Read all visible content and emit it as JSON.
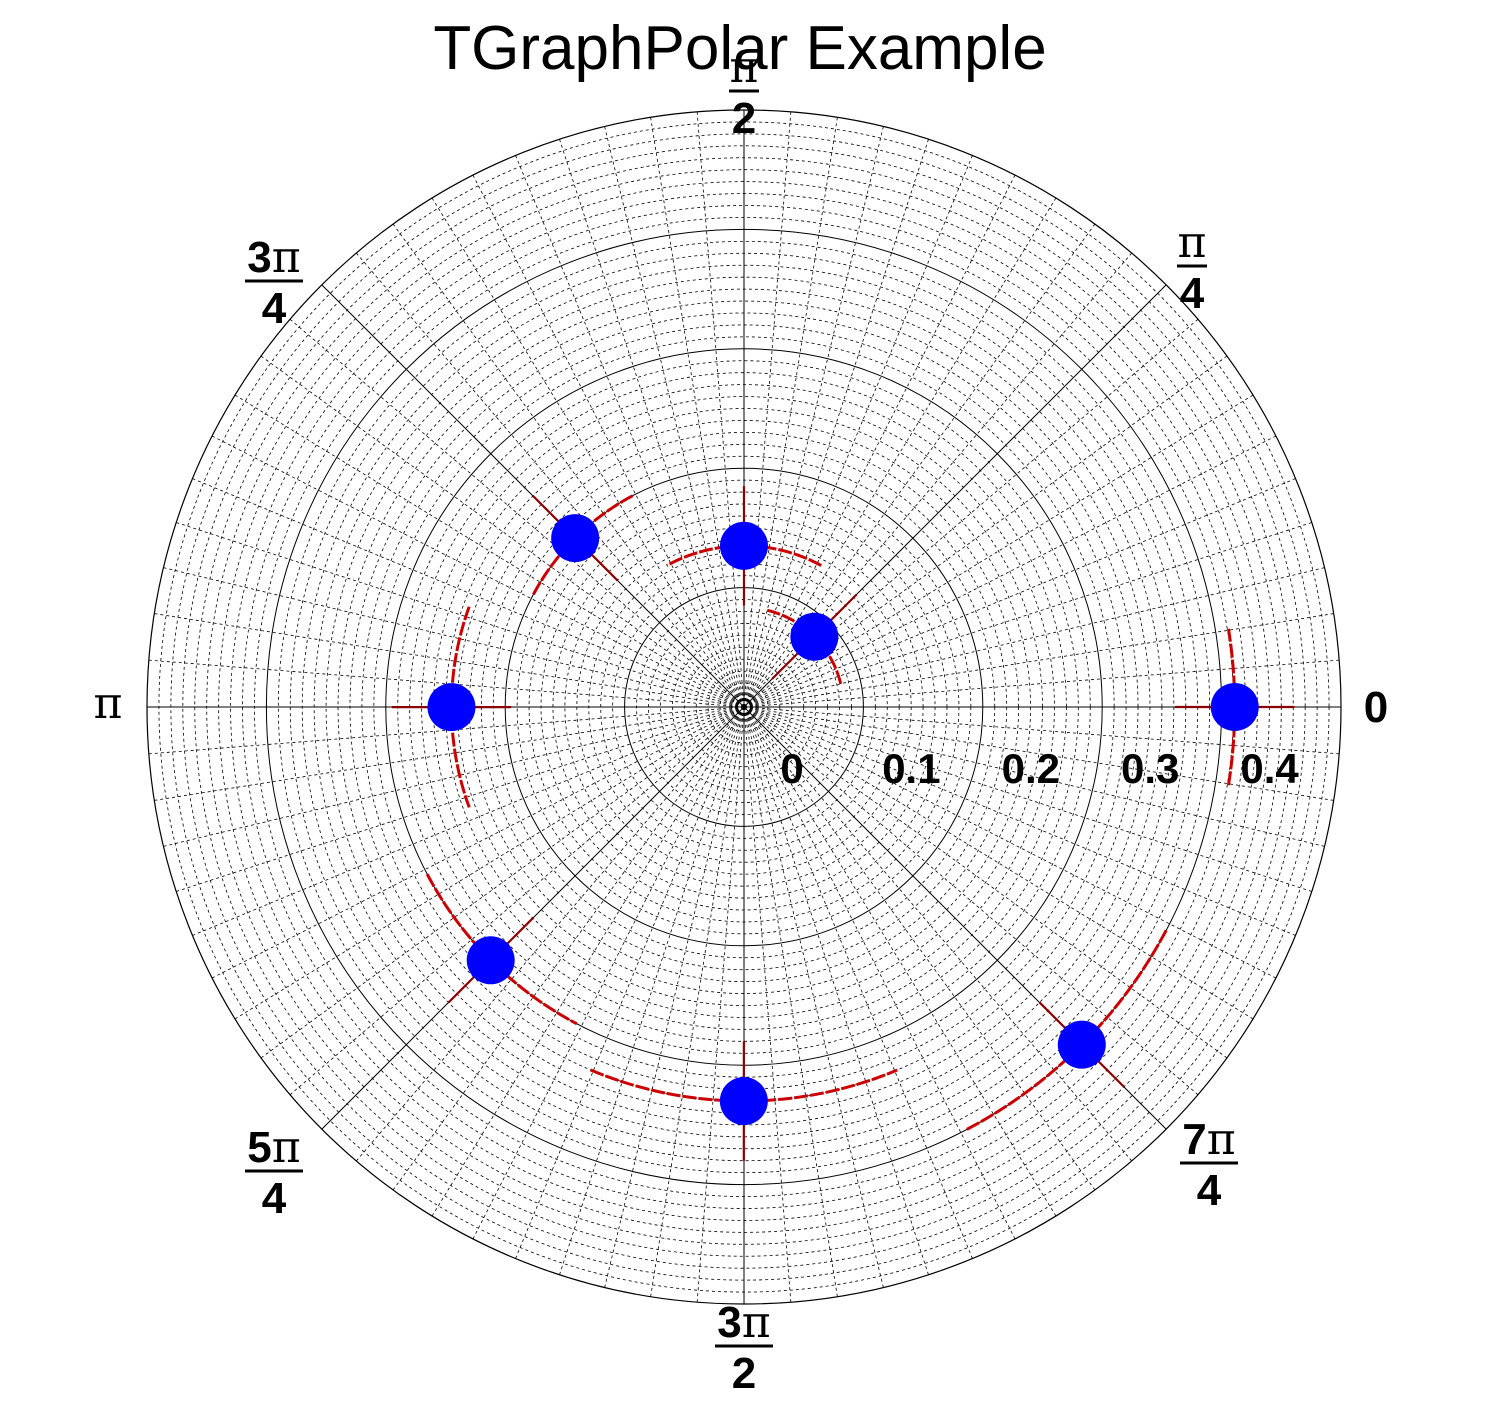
{
  "chart_data": {
    "type": "scatter",
    "coordinate_system": "polar",
    "title": "TGraphPolar Example",
    "radial_axis": {
      "range": [
        0,
        0.5
      ],
      "ticks": [
        0,
        0.1,
        0.2,
        0.3,
        0.4
      ],
      "tick_labels": [
        "0",
        "0.1",
        "0.2",
        "0.3",
        "0.4"
      ]
    },
    "angular_axis": {
      "range": [
        0,
        6.2832
      ],
      "unit": "radians",
      "ticks": [
        {
          "value": 0,
          "label": [
            "0"
          ]
        },
        {
          "value": 0.7854,
          "label": [
            "π",
            "4"
          ]
        },
        {
          "value": 1.5708,
          "label": [
            "π",
            "2"
          ]
        },
        {
          "value": 2.3562,
          "label": [
            "3π",
            "4"
          ]
        },
        {
          "value": 3.1416,
          "label": [
            "π"
          ]
        },
        {
          "value": 3.927,
          "label": [
            "5π",
            "4"
          ]
        },
        {
          "value": 4.7124,
          "label": [
            "3π",
            "2"
          ]
        },
        {
          "value": 5.4978,
          "label": [
            "7π",
            "4"
          ]
        }
      ]
    },
    "grid": true,
    "colors": {
      "marker": "#0000ff",
      "error_bar": "#cc0000",
      "axis": "#000000",
      "grid": "#000000"
    },
    "points": [
      {
        "theta": 0.0,
        "r": 0.411,
        "theta_err": 0.16,
        "r_err": 0.05
      },
      {
        "theta": 0.785,
        "r": 0.0833,
        "theta_err": 0.55,
        "r_err": 0.05
      },
      {
        "theta": 1.571,
        "r": 0.135,
        "theta_err": 0.5,
        "r_err": 0.05
      },
      {
        "theta": 2.356,
        "r": 0.2,
        "theta_err": 0.3,
        "r_err": 0.05
      },
      {
        "theta": 3.142,
        "r": 0.245,
        "theta_err": 0.35,
        "r_err": 0.05
      },
      {
        "theta": 3.927,
        "r": 0.3,
        "theta_err": 0.3,
        "r_err": 0.05
      },
      {
        "theta": 4.712,
        "r": 0.33,
        "theta_err": 0.4,
        "r_err": 0.05
      },
      {
        "theta": 5.498,
        "r": 0.4,
        "theta_err": 0.3,
        "r_err": 0.05
      }
    ]
  }
}
